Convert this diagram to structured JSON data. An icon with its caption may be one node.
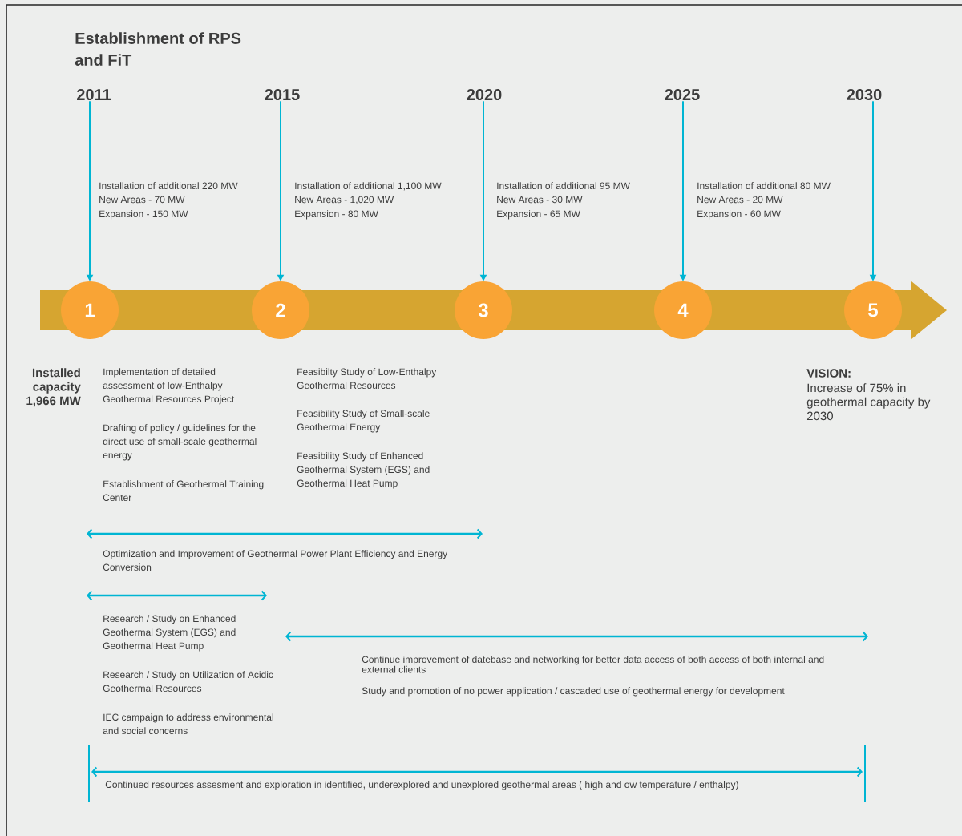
{
  "diagram": {
    "nodes": [
      {
        "text": [
          "2011"
        ]
      },
      {
        "text": [
          "2015"
        ]
      },
      {
        "text": [
          "2020"
        ]
      },
      {
        "text": [
          "2025"
        ]
      },
      {
        "text": [
          "2030"
        ]
      },
      {
        "text": [
          "1"
        ]
      },
      {
        "text": [
          "2"
        ]
      },
      {
        "text": [
          "3"
        ]
      },
      {
        "text": [
          "4"
        ]
      },
      {
        "text": [
          "5"
        ]
      }
    ],
    "edges": [
      {
        "from": 0,
        "to": 5,
        "arrow": "to"
      },
      {
        "from": 1,
        "to": 6,
        "arrow": "to"
      },
      {
        "from": 2,
        "to": 7,
        "arrow": "to"
      },
      {
        "from": 3,
        "to": 8,
        "arrow": "to"
      },
      {
        "from": 4,
        "to": 9,
        "arrow": "to"
      }
    ],
    "labels": [
      "Establishment of RPS and FiT",
      "Installation of additional 220 MW",
      "New Areas - 70 MW",
      "Expansion - 150 MW",
      "Installation of additional 1,100 MW",
      "New Areas - 1,020 MW",
      "Expansion - 80 MW",
      "Installation of additional 95 MW",
      "New Areas - 30 MW",
      "Expansion - 65 MW",
      "Installation of additional 80 MW",
      "New Areas - 20 MW",
      "Expansion - 60 MW",
      "Installed capacity 1,966 MW",
      "Implementation of detailed assessment of low-Enthalpy Geothermal Resources Project",
      "Drafting of policy / guidelines for the direct use of small-scale geothermal energy",
      "Establishment of Geothermal Training Center",
      "Feasibilty Study of Low-Enthalpy Geothermal Resources",
      "Feasibility Study of Small-scale Geothermal Energy",
      "Feasibility Study of Enhanced Geothermal System (EGS) and Geothermal Heat Pump",
      "VISION:",
      "Increase of 75% in geothermal capacity by 2030",
      "Optimization and Improvement of Geothermal Power Plant Efficiency and Energy Conversion",
      "Research / Study on Enhanced Geothermal System (EGS) and Geothermal Heat Pump",
      "Research / Study on Utilization of Acidic Geothermal Resources",
      "IEC campaign to address environmental and social concerns",
      "Continue improvement of datebase and networking for better data access of both access of both internal and external clients",
      "Study and promotion of no power application / cascaded use of geothermal energy for development",
      "Continued resources assesment and exploration in identified, underexplored and unexplored geothermal areas ( high and ow temperature / enthalpy)"
    ]
  }
}
